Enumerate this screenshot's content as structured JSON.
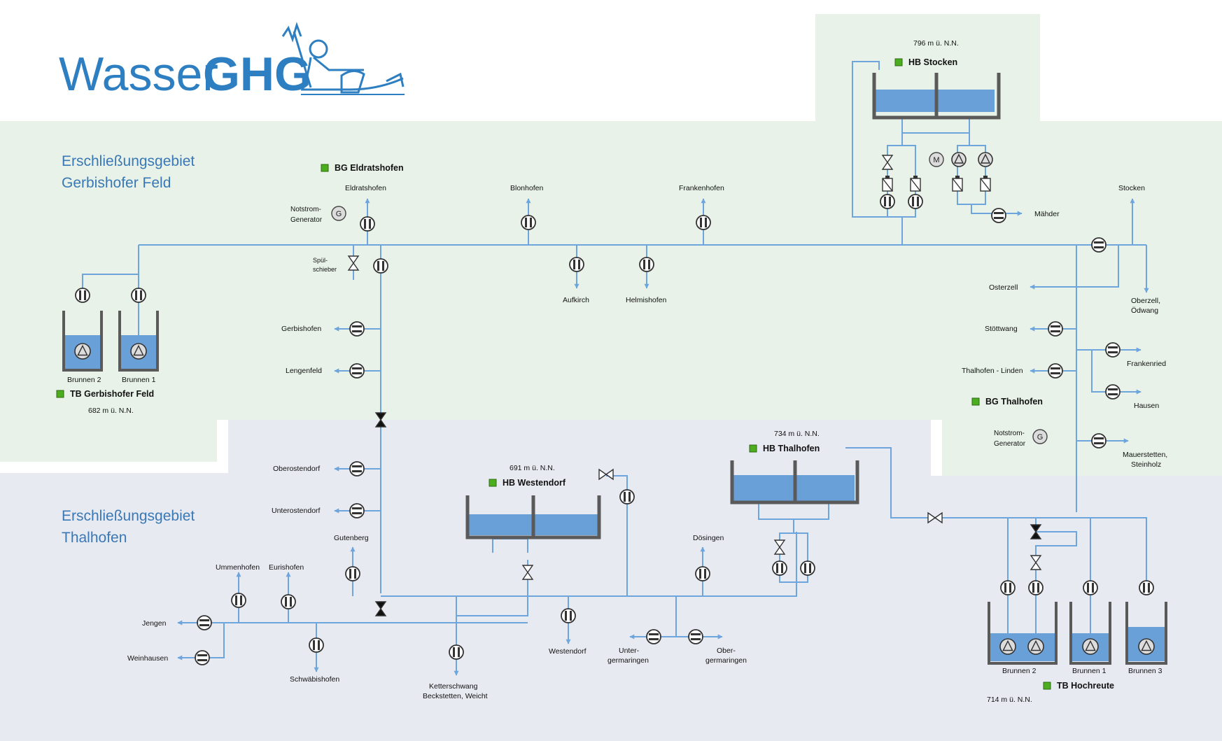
{
  "logo": {
    "wasser": "Wasser",
    "ghg": "GHG"
  },
  "colors": {
    "pipe": "#6ea5dd",
    "water": "#6aa0d8",
    "tank": "#5a5a5a",
    "status_ok": "#4cae1f",
    "zone_feld": "#e8f2e8",
    "zone_thal": "#e8eaf2",
    "area_title": "#3a78b5"
  },
  "areas": {
    "feld": {
      "line1": "Erschließungsgebiet",
      "line2": "Gerbishofer Feld"
    },
    "thal": {
      "line1": "Erschließungsgebiet",
      "line2": "Thalhofen"
    }
  },
  "stations": {
    "bg_eldratshofen": "BG Eldratshofen",
    "hb_stocken": "HB Stocken",
    "hb_stocken_alt": "796 m ü. N.N.",
    "tb_gerbishofer": "TB Gerbishofer Feld",
    "tb_gerbishofer_alt": "682 m ü. N.N.",
    "bg_thalhofen": "BG Thalhofen",
    "hb_westendorf": "HB Westendorf",
    "hb_westendorf_alt": "691 m ü. N.N.",
    "hb_thalhofen": "HB Thalhofen",
    "hb_thalhofen_alt": "734 m ü. N.N.",
    "tb_hochreute": "TB Hochreute",
    "tb_hochreute_alt": "714 m ü. N.N."
  },
  "equipment": {
    "generator_1": [
      "Notstrom-",
      "Generator"
    ],
    "generator_2": [
      "Notstrom-",
      "Generator"
    ],
    "spuel": [
      "Spül-",
      "schieber"
    ],
    "g_symbol": "G",
    "m_symbol": "M"
  },
  "wells": {
    "gf_b2": "Brunnen 2",
    "gf_b1": "Brunnen 1",
    "hr_b2": "Brunnen 2",
    "hr_b1": "Brunnen 1",
    "hr_b3": "Brunnen 3"
  },
  "places": {
    "eldratshofen": "Eldratshofen",
    "blonhofen": "Blonhofen",
    "frankenhofen": "Frankenhofen",
    "stocken": "Stocken",
    "maehder": "Mähder",
    "aufkirch": "Aufkirch",
    "helmishofen": "Helmishofen",
    "osterzell": "Osterzell",
    "oberzell": [
      "Oberzell,",
      "Ödwang"
    ],
    "stoettwang": "Stöttwang",
    "frankenried": "Frankenried",
    "thalhofen_linden": "Thalhofen - Linden",
    "hausen": "Hausen",
    "mauerstetten": [
      "Mauerstetten,",
      "Steinholz"
    ],
    "gerbishofen": "Gerbishofen",
    "lengenfeld": "Lengenfeld",
    "oberostendorf": "Oberostendorf",
    "unterostendorf": "Unterostendorf",
    "gutenberg": "Gutenberg",
    "ummenhofen": "Ummenhofen",
    "eurishofen": "Eurishofen",
    "jengen": "Jengen",
    "weinhausen": "Weinhausen",
    "schwaebishofen": "Schwäbishofen",
    "ketterschwang": [
      "Ketterschwang",
      "Beckstetten, Weicht"
    ],
    "westendorf": "Westendorf",
    "untergermaringen": [
      "Unter-",
      "germaringen"
    ],
    "obergermaringen": [
      "Ober-",
      "germaringen"
    ],
    "doesingen": "Dösingen"
  }
}
